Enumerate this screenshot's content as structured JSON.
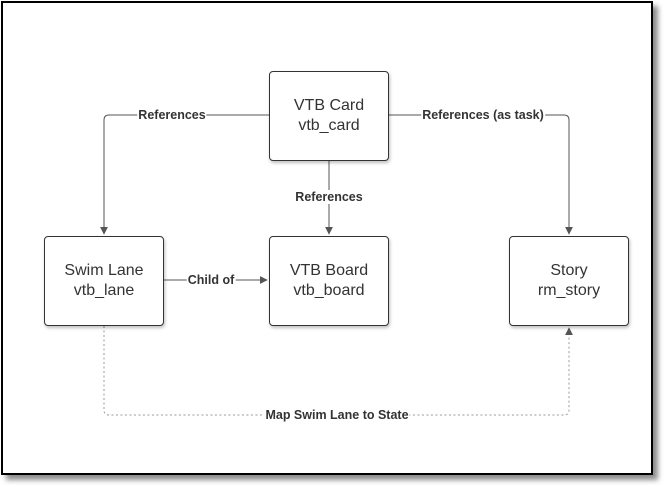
{
  "nodes": {
    "vtb_card": {
      "title": "VTB Card",
      "subtitle": "vtb_card"
    },
    "swim_lane": {
      "title": "Swim Lane",
      "subtitle": "vtb_lane"
    },
    "vtb_board": {
      "title": "VTB Board",
      "subtitle": "vtb_board"
    },
    "story": {
      "title": "Story",
      "subtitle": "rm_story"
    }
  },
  "edges": {
    "card_to_lane": "References",
    "card_to_board": "References",
    "card_to_story": "References (as task)",
    "lane_to_board": "Child of",
    "lane_to_story": "Map Swim Lane to State"
  },
  "colors": {
    "line": "#555555",
    "dotted_line": "#999999",
    "node_border": "#333333",
    "text": "#333333"
  }
}
